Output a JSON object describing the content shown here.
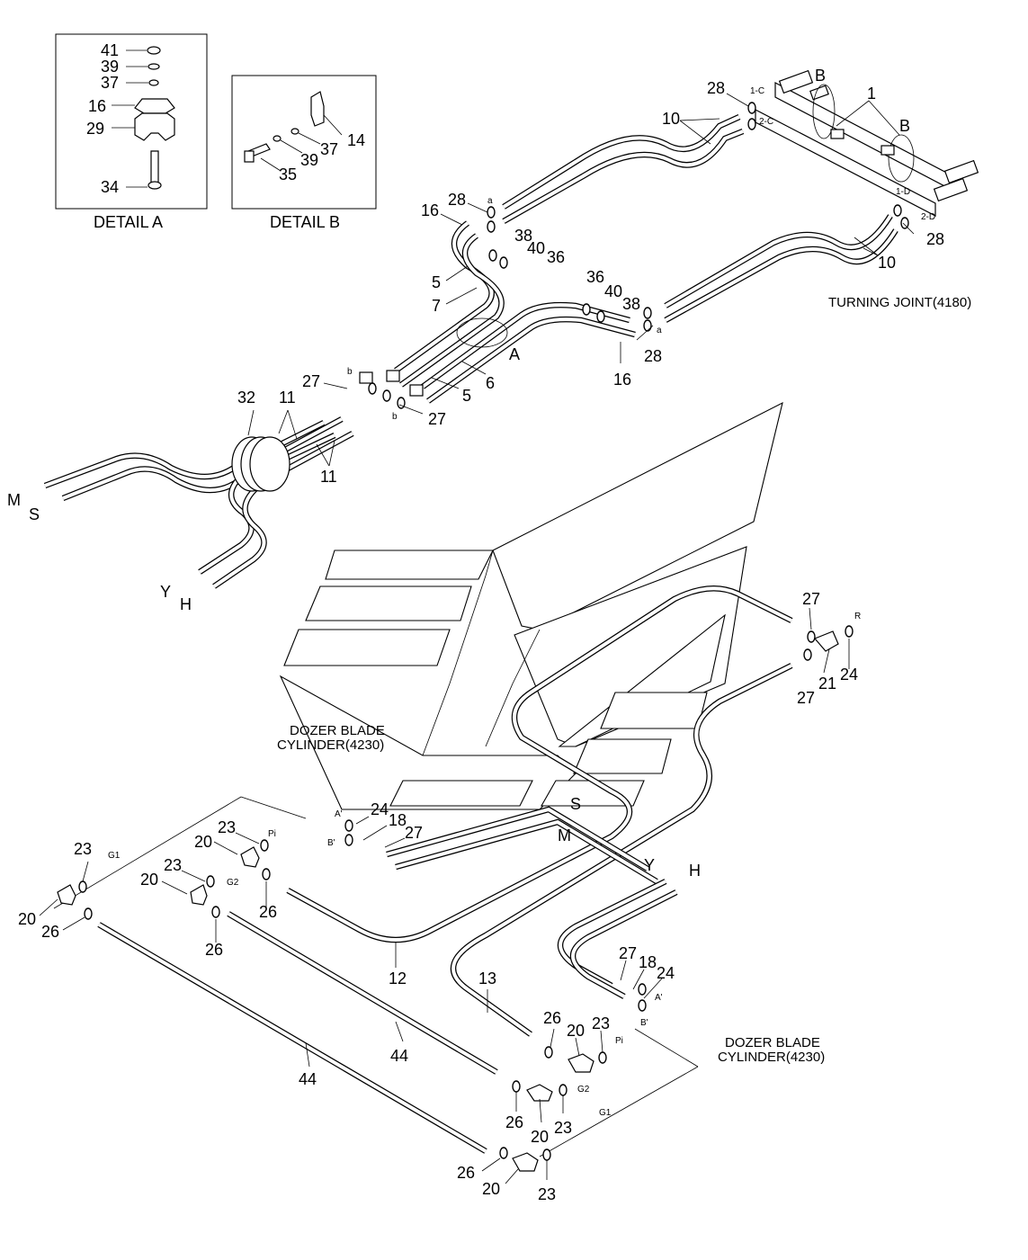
{
  "details": {
    "a": {
      "title": "DETAIL A",
      "labels": [
        "41",
        "39",
        "37",
        "16",
        "29",
        "34"
      ]
    },
    "b": {
      "title": "DETAIL B",
      "labels": [
        "35",
        "39",
        "37",
        "14"
      ]
    }
  },
  "notes": {
    "turning_joint": "TURNING JOINT(4180)",
    "dozer_left_1": "DOZER BLADE",
    "dozer_left_2": "CYLINDER(4230)",
    "dozer_right_1": "DOZER BLADE",
    "dozer_right_2": "CYLINDER(4230)"
  },
  "callouts": [
    {
      "id": "c1",
      "text": "1"
    },
    {
      "id": "c28a",
      "text": "28"
    },
    {
      "id": "c10a",
      "text": "10"
    },
    {
      "id": "c28b",
      "text": "28"
    },
    {
      "id": "c16a",
      "text": "16"
    },
    {
      "id": "c38a",
      "text": "38"
    },
    {
      "id": "c40a",
      "text": "40"
    },
    {
      "id": "c36a",
      "text": "36"
    },
    {
      "id": "c5a",
      "text": "5"
    },
    {
      "id": "c7",
      "text": "7"
    },
    {
      "id": "c36b",
      "text": "36"
    },
    {
      "id": "c40b",
      "text": "40"
    },
    {
      "id": "c38b",
      "text": "38"
    },
    {
      "id": "c28c",
      "text": "28"
    },
    {
      "id": "c16b",
      "text": "16"
    },
    {
      "id": "c28d",
      "text": "28"
    },
    {
      "id": "c10b",
      "text": "10"
    },
    {
      "id": "c6",
      "text": "6"
    },
    {
      "id": "c5b",
      "text": "5"
    },
    {
      "id": "c27a",
      "text": "27"
    },
    {
      "id": "c27b",
      "text": "27"
    },
    {
      "id": "c32",
      "text": "32"
    },
    {
      "id": "c11a",
      "text": "11"
    },
    {
      "id": "c11b",
      "text": "11"
    },
    {
      "id": "c27c",
      "text": "27"
    },
    {
      "id": "c27d",
      "text": "27"
    },
    {
      "id": "c21",
      "text": "21"
    },
    {
      "id": "c24a",
      "text": "24"
    },
    {
      "id": "c24b",
      "text": "24"
    },
    {
      "id": "c18a",
      "text": "18"
    },
    {
      "id": "c27e",
      "text": "27"
    },
    {
      "id": "c23a",
      "text": "23"
    },
    {
      "id": "c20a",
      "text": "20"
    },
    {
      "id": "c23b",
      "text": "23"
    },
    {
      "id": "c20b",
      "text": "20"
    },
    {
      "id": "c26a",
      "text": "26"
    },
    {
      "id": "c23c",
      "text": "23"
    },
    {
      "id": "c20c",
      "text": "20"
    },
    {
      "id": "c26b",
      "text": "26"
    },
    {
      "id": "c26c",
      "text": "26"
    },
    {
      "id": "c12",
      "text": "12"
    },
    {
      "id": "c13",
      "text": "13"
    },
    {
      "id": "c44a",
      "text": "44"
    },
    {
      "id": "c44b",
      "text": "44"
    },
    {
      "id": "c27f",
      "text": "27"
    },
    {
      "id": "c18b",
      "text": "18"
    },
    {
      "id": "c24c",
      "text": "24"
    },
    {
      "id": "c26d",
      "text": "26"
    },
    {
      "id": "c20d",
      "text": "20"
    },
    {
      "id": "c23d",
      "text": "23"
    },
    {
      "id": "c26e",
      "text": "26"
    },
    {
      "id": "c20e",
      "text": "20"
    },
    {
      "id": "c23e",
      "text": "23"
    },
    {
      "id": "c26f",
      "text": "26"
    },
    {
      "id": "c20f",
      "text": "20"
    },
    {
      "id": "c23f",
      "text": "23"
    }
  ],
  "port_labels": [
    {
      "id": "pB1",
      "text": "B"
    },
    {
      "id": "pB2",
      "text": "B"
    },
    {
      "id": "pA",
      "text": "A"
    },
    {
      "id": "pM1",
      "text": "M"
    },
    {
      "id": "pS1",
      "text": "S"
    },
    {
      "id": "pY1",
      "text": "Y"
    },
    {
      "id": "pH1",
      "text": "H"
    },
    {
      "id": "pS2",
      "text": "S"
    },
    {
      "id": "pM2",
      "text": "M"
    },
    {
      "id": "pY2",
      "text": "Y"
    },
    {
      "id": "pH2",
      "text": "H"
    }
  ],
  "small_labels": [
    {
      "id": "s1c",
      "text": "1-C"
    },
    {
      "id": "s2c",
      "text": "2-C"
    },
    {
      "id": "s1d",
      "text": "1-D"
    },
    {
      "id": "s2d",
      "text": "2-D"
    },
    {
      "id": "sa1",
      "text": "a"
    },
    {
      "id": "sa2",
      "text": "a"
    },
    {
      "id": "sb1",
      "text": "b"
    },
    {
      "id": "sb2",
      "text": "b"
    },
    {
      "id": "sR",
      "text": "R"
    },
    {
      "id": "sA1",
      "text": "A'"
    },
    {
      "id": "sB1",
      "text": "B'"
    },
    {
      "id": "sPi1",
      "text": "Pi"
    },
    {
      "id": "sG1a",
      "text": "G1"
    },
    {
      "id": "sG2a",
      "text": "G2"
    },
    {
      "id": "sA2",
      "text": "A'"
    },
    {
      "id": "sB2",
      "text": "B'"
    },
    {
      "id": "sPi2",
      "text": "Pi"
    },
    {
      "id": "sG2b",
      "text": "G2"
    },
    {
      "id": "sG1b",
      "text": "G1"
    }
  ]
}
